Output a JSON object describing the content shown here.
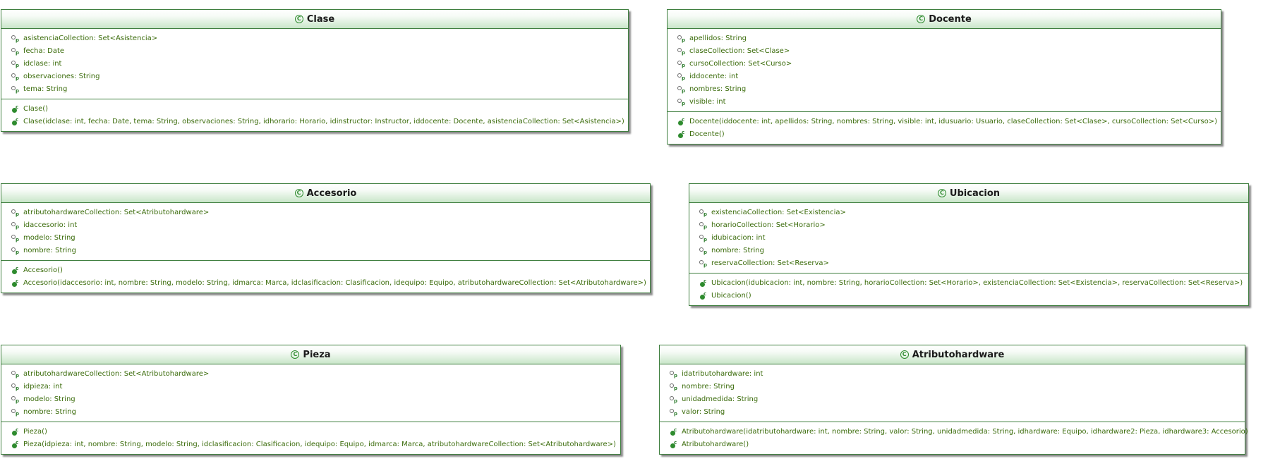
{
  "classes": {
    "clase": {
      "name": "Clase",
      "attributes": [
        "asistenciaCollection: Set<Asistencia>",
        "fecha: Date",
        "idclase: int",
        "observaciones: String",
        "tema: String"
      ],
      "operations": [
        "Clase()",
        "Clase(idclase: int, fecha: Date, tema: String, observaciones: String, idhorario: Horario, idinstructor: Instructor, iddocente: Docente, asistenciaCollection: Set<Asistencia>)"
      ]
    },
    "docente": {
      "name": "Docente",
      "attributes": [
        "apellidos: String",
        "claseCollection: Set<Clase>",
        "cursoCollection: Set<Curso>",
        "iddocente: int",
        "nombres: String",
        "visible: int"
      ],
      "operations": [
        "Docente(iddocente: int, apellidos: String, nombres: String, visible: int, idusuario: Usuario, claseCollection: Set<Clase>, cursoCollection: Set<Curso>)",
        "Docente()"
      ]
    },
    "accesorio": {
      "name": "Accesorio",
      "attributes": [
        "atributohardwareCollection: Set<Atributohardware>",
        "idaccesorio: int",
        "modelo: String",
        "nombre: String"
      ],
      "operations": [
        "Accesorio()",
        "Accesorio(idaccesorio: int, nombre: String, modelo: String, idmarca: Marca, idclasificacion: Clasificacion, idequipo: Equipo, atributohardwareCollection: Set<Atributohardware>)"
      ]
    },
    "ubicacion": {
      "name": "Ubicacion",
      "attributes": [
        "existenciaCollection: Set<Existencia>",
        "horarioCollection: Set<Horario>",
        "idubicacion: int",
        "nombre: String",
        "reservaCollection: Set<Reserva>"
      ],
      "operations": [
        "Ubicacion(idubicacion: int, nombre: String, horarioCollection: Set<Horario>, existenciaCollection: Set<Existencia>, reservaCollection: Set<Reserva>)",
        "Ubicacion()"
      ]
    },
    "pieza": {
      "name": "Pieza",
      "attributes": [
        "atributohardwareCollection: Set<Atributohardware>",
        "idpieza: int",
        "modelo: String",
        "nombre: String"
      ],
      "operations": [
        "Pieza()",
        "Pieza(idpieza: int, nombre: String, modelo: String, idclasificacion: Clasificacion, idequipo: Equipo, idmarca: Marca, atributohardwareCollection: Set<Atributohardware>)"
      ]
    },
    "atributohardware": {
      "name": "Atributohardware",
      "attributes": [
        "idatributohardware: int",
        "nombre: String",
        "unidadmedida: String",
        "valor: String"
      ],
      "operations": [
        "Atributohardware(idatributohardware: int, nombre: String, valor: String, unidadmedida: String, idhardware: Equipo, idhardware2: Pieza, idhardware3: Accesorio)",
        "Atributohardware()"
      ]
    }
  },
  "icons": {
    "class_icon": "class-icon",
    "field_icon": "field-icon",
    "method_icon": "constructor-icon",
    "class_glyph": "C",
    "field_sub": "p",
    "method_sup": "c"
  },
  "colors": {
    "border": "#3f7f3f",
    "header_gradient_end": "#c9e6c9",
    "text": "#3a6b0a"
  }
}
